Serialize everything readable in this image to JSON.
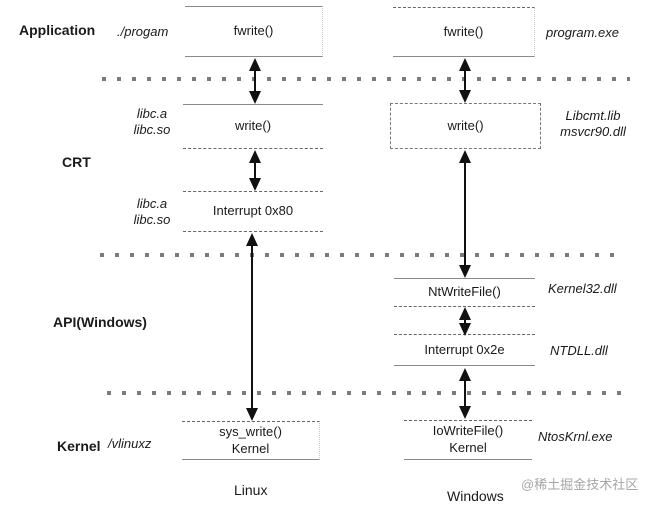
{
  "layers": {
    "application": "Application",
    "crt": "CRT",
    "api_windows": "API(Windows)",
    "kernel": "Kernel"
  },
  "linux": {
    "caption": "Linux",
    "binary_name": "./progam",
    "fwrite_box": "fwrite()",
    "libs_upper_line1": "libc.a",
    "libs_upper_line2": "libc.so",
    "write_box": "write()",
    "libs_lower_line1": "libc.a",
    "libs_lower_line2": "libc.so",
    "interrupt_box": "Interrupt 0x80",
    "kernel_image": "/vlinuxz",
    "kernel_box_line1": "sys_write()",
    "kernel_box_line2": "Kernel"
  },
  "windows": {
    "caption": "Windows",
    "binary_name": "program.exe",
    "fwrite_box": "fwrite()",
    "write_box": "write()",
    "crt_lib_line1": "Libcmt.lib",
    "crt_lib_line2": "msvcr90.dll",
    "ntwritefile_box": "NtWriteFile()",
    "api_dll": "Kernel32.dll",
    "interrupt_box": "Interrupt 0x2e",
    "interrupt_dll": "NTDLL.dll",
    "kernel_box_line1": "IoWriteFile()",
    "kernel_box_line2": "Kernel",
    "kernel_image": "NtosKrnl.exe"
  },
  "watermark": "@稀土掘金技术社区",
  "colors": {
    "background": "#ffffff",
    "text": "#1a1a1a",
    "line_solid": "#8a8a8a",
    "line_dashed": "#666666",
    "separator_dots": "#7a7a7a",
    "arrow": "#111111",
    "watermark": "#a6a6a6"
  }
}
